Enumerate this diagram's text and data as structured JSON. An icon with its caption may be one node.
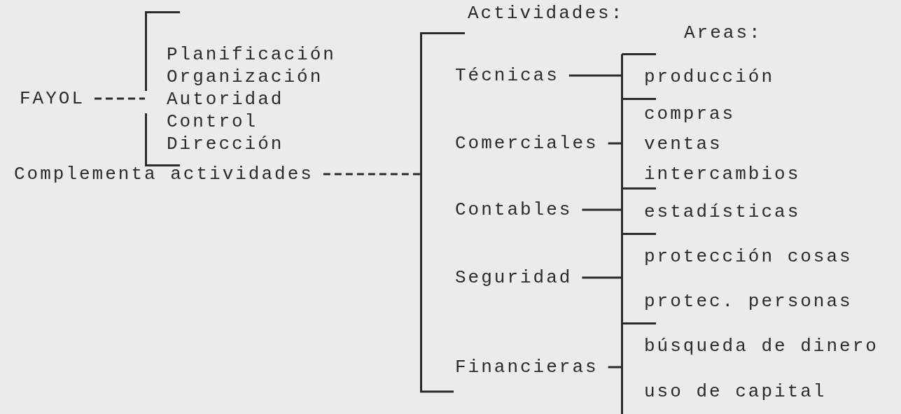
{
  "diagram": {
    "nodes": [
      {
        "text": [
          "FAYOL"
        ]
      },
      {
        "text": [
          "Planificación",
          "Organización",
          "Autoridad",
          "Control",
          "Dirección"
        ]
      },
      {
        "text": [
          "Complementa actividades"
        ]
      },
      {
        "text": [
          "Actividades:"
        ]
      },
      {
        "text": [
          "Técnicas"
        ],
        "in": 3
      },
      {
        "text": [
          "Comerciales"
        ],
        "in": 3
      },
      {
        "text": [
          "Contables"
        ],
        "in": 3
      },
      {
        "text": [
          "Seguridad"
        ],
        "in": 3
      },
      {
        "text": [
          "Financieras"
        ],
        "in": 3
      },
      {
        "text": [
          "Areas:"
        ]
      },
      {
        "text": [
          "producción"
        ],
        "in": 9
      },
      {
        "text": [
          "compras",
          "ventas",
          "intercambios"
        ],
        "in": 9
      },
      {
        "text": [
          "estadísticas"
        ],
        "in": 9
      },
      {
        "text": [
          "protección cosas",
          "protec. personas"
        ],
        "in": 9
      },
      {
        "text": [
          "búsqueda de dinero",
          "uso de capital"
        ],
        "in": 9
      }
    ],
    "edges": [
      {
        "from": 0,
        "to": 1,
        "arrow": "none",
        "style": "dashed"
      },
      {
        "from": 2,
        "to": 3,
        "arrow": "none",
        "style": "dashed"
      },
      {
        "from": 4,
        "to": 10,
        "arrow": "none"
      },
      {
        "from": 5,
        "to": 11,
        "arrow": "none"
      },
      {
        "from": 6,
        "to": 12,
        "arrow": "none"
      },
      {
        "from": 7,
        "to": 13,
        "arrow": "none"
      },
      {
        "from": 8,
        "to": 14,
        "arrow": "none"
      }
    ]
  }
}
